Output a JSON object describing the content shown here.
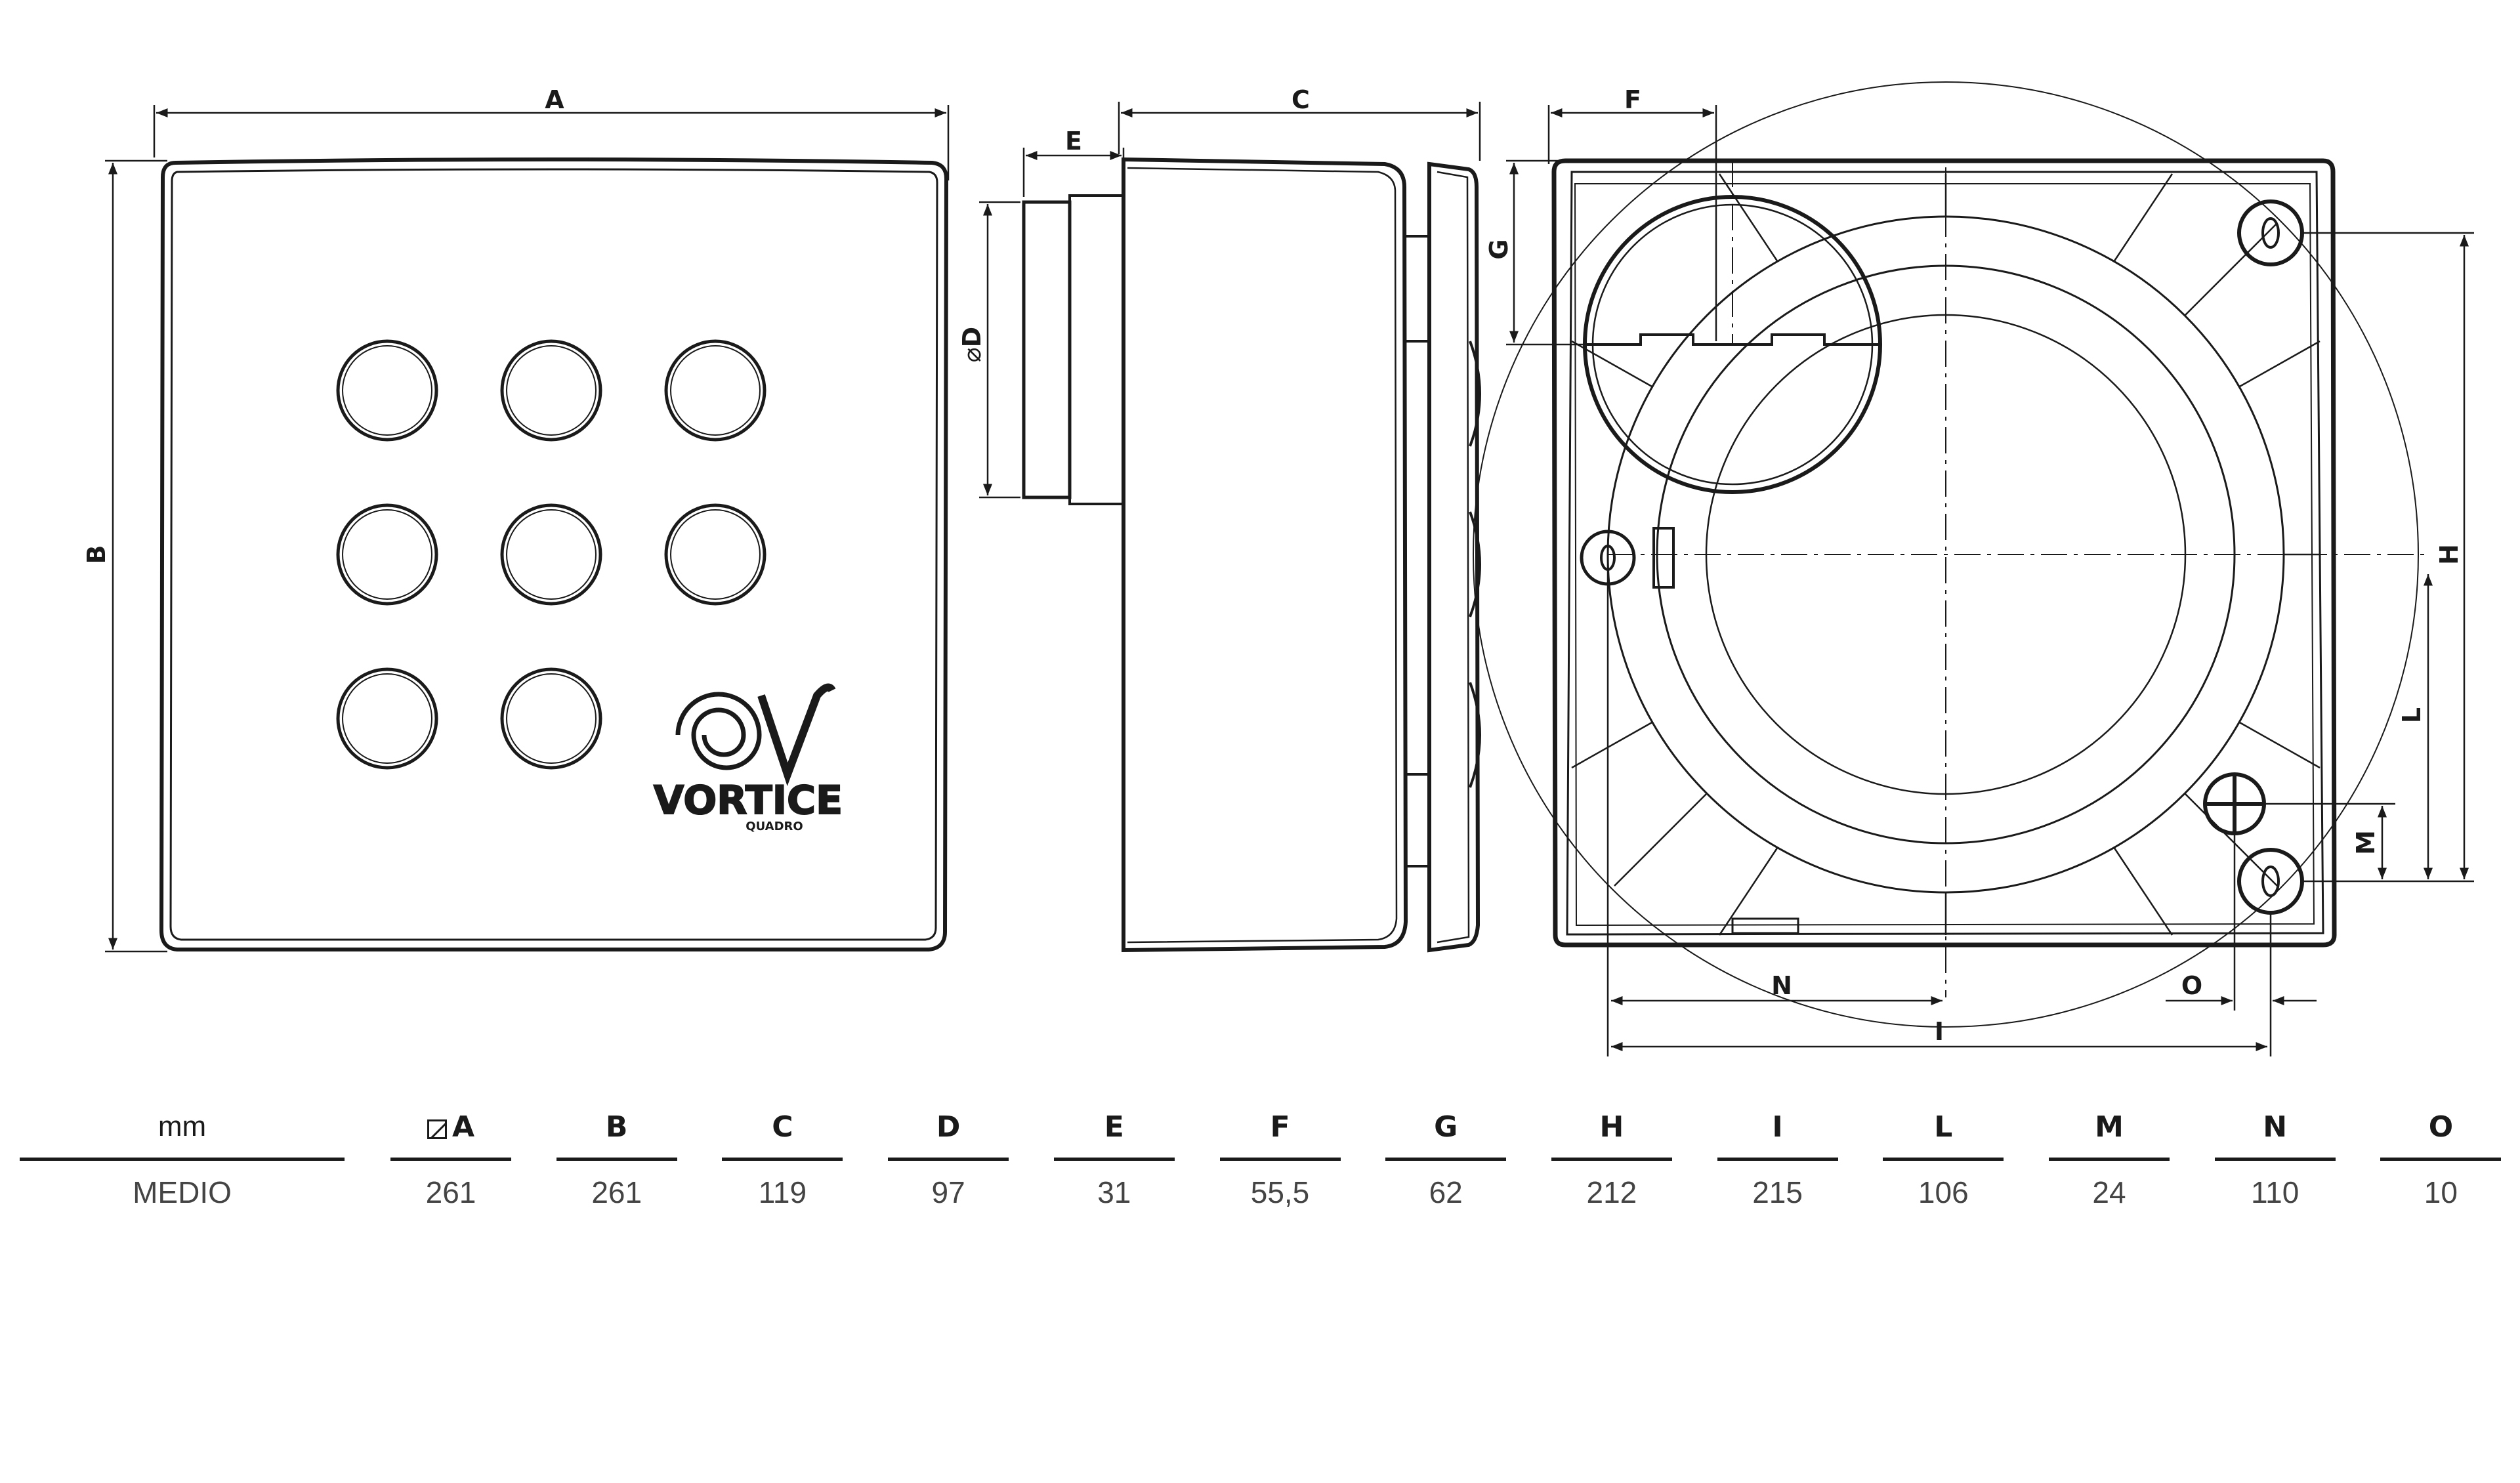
{
  "brand": {
    "name": "VORTICE",
    "model": "QUADRO"
  },
  "dimension_labels": [
    "A",
    "B",
    "C",
    "D",
    "E",
    "F",
    "G",
    "H",
    "I",
    "L",
    "M",
    "N",
    "O"
  ],
  "diameter_symbol": "⌀",
  "table": {
    "unit_header": "mm",
    "row_label": "MEDIO",
    "square_symbol_for": "A",
    "columns": [
      {
        "key": "A",
        "value": "261"
      },
      {
        "key": "B",
        "value": "261"
      },
      {
        "key": "C",
        "value": "119"
      },
      {
        "key": "D",
        "value": "97"
      },
      {
        "key": "E",
        "value": "31"
      },
      {
        "key": "F",
        "value": "55,5"
      },
      {
        "key": "G",
        "value": "62"
      },
      {
        "key": "H",
        "value": "212"
      },
      {
        "key": "I",
        "value": "215"
      },
      {
        "key": "L",
        "value": "106"
      },
      {
        "key": "M",
        "value": "24"
      },
      {
        "key": "N",
        "value": "110"
      },
      {
        "key": "O",
        "value": "10"
      }
    ]
  },
  "colors": {
    "line": "#1a1a1a",
    "value_text": "#444444",
    "background": "#ffffff"
  }
}
